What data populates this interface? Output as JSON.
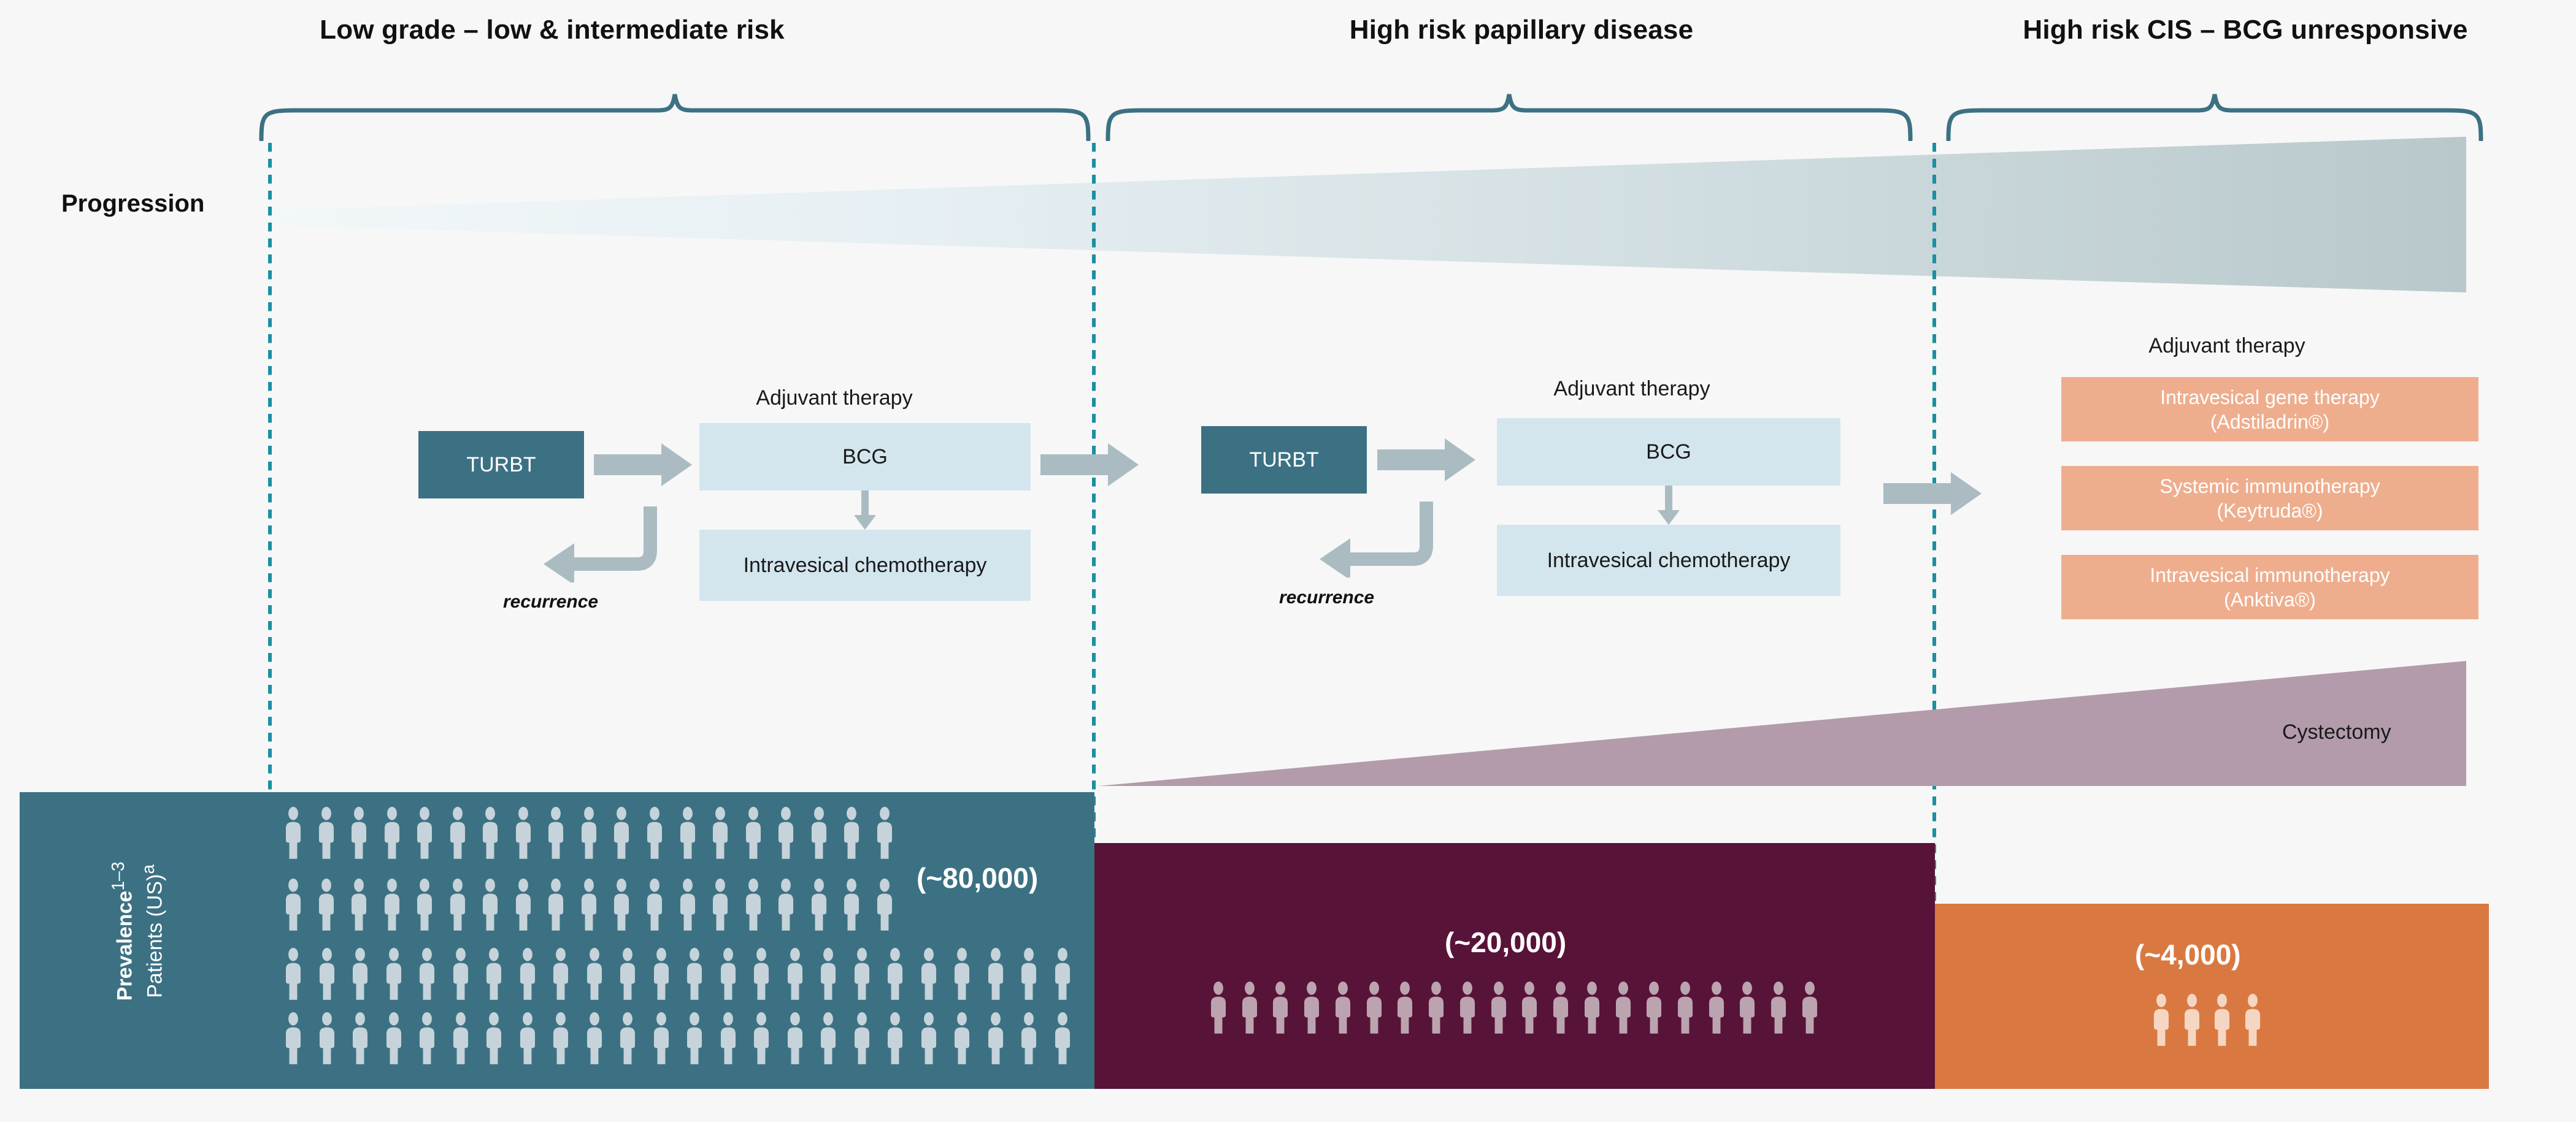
{
  "columns": [
    {
      "id": "low-grade",
      "title": "Low grade – low & intermediate risk"
    },
    {
      "id": "high-risk-papillary",
      "title": "High risk papillary disease"
    },
    {
      "id": "high-risk-cis",
      "title": "High risk CIS – BCG unresponsive"
    }
  ],
  "progression": {
    "label": "Progression"
  },
  "flows": [
    {
      "id": "flow-low-grade",
      "adjuvant_label": "Adjuvant therapy",
      "turbt_label": "TURBT",
      "recurrence_label": "recurrence",
      "bcg_label": "BCG",
      "chemo_label": "Intravesical chemotherapy"
    },
    {
      "id": "flow-high-risk-papillary",
      "adjuvant_label": "Adjuvant therapy",
      "turbt_label": "TURBT",
      "recurrence_label": "recurrence",
      "bcg_label": "BCG",
      "chemo_label": "Intravesical chemotherapy"
    }
  ],
  "cis_therapies": {
    "adjuvant_label": "Adjuvant therapy",
    "items": [
      {
        "line1": "Intravesical gene therapy",
        "line2": "(Adstiladrin®)"
      },
      {
        "line1": "Systemic immunotherapy",
        "line2": "(Keytruda®)"
      },
      {
        "line1": "Intravesical immunotherapy",
        "line2": "(Anktiva®)"
      }
    ]
  },
  "cystectomy": {
    "label": "Cystectomy"
  },
  "prevalence": {
    "axis_label_main": "Prevalence",
    "axis_label_sup": "1–3",
    "axis_label_sub": "Patients (US)",
    "axis_label_sup2": "a",
    "segments": [
      {
        "id": "low-grade",
        "count_label": "(~80,000)",
        "value": 80000,
        "icon_rows": [
          19,
          19,
          24,
          24
        ]
      },
      {
        "id": "high-risk-papillary",
        "count_label": "(~20,000)",
        "value": 20000,
        "icon_rows": [
          20
        ]
      },
      {
        "id": "high-risk-cis",
        "count_label": "(~4,000)",
        "value": 4000,
        "icon_rows": [
          4
        ]
      }
    ]
  },
  "colors": {
    "background": "#f7f7f7",
    "teal": "#3c7183",
    "teal_accent": "#1b8fa3",
    "light_blue": "#d3e6ee",
    "purple": "#581338",
    "orange": "#d97941",
    "salmon": "#eeae8e",
    "mauve": "#b39bab",
    "grey_arrow": "#aabcc2",
    "icon_light": "#c6d3da",
    "icon_mauve": "#bba4b0",
    "icon_peach": "#f5d6c2"
  },
  "chart_data": {
    "type": "bar",
    "title": "Prevalence (US) by NMIBC risk group",
    "categories": [
      "Low grade – low & intermediate risk",
      "High risk papillary disease",
      "High risk CIS – BCG unresponsive"
    ],
    "values": [
      80000,
      20000,
      4000
    ],
    "value_labels": [
      "(~80,000)",
      "(~20,000)",
      "(~4,000)"
    ],
    "xlabel": "",
    "ylabel": "Prevalence1–3 Patients (US)a",
    "legend": "none",
    "grid": false
  }
}
